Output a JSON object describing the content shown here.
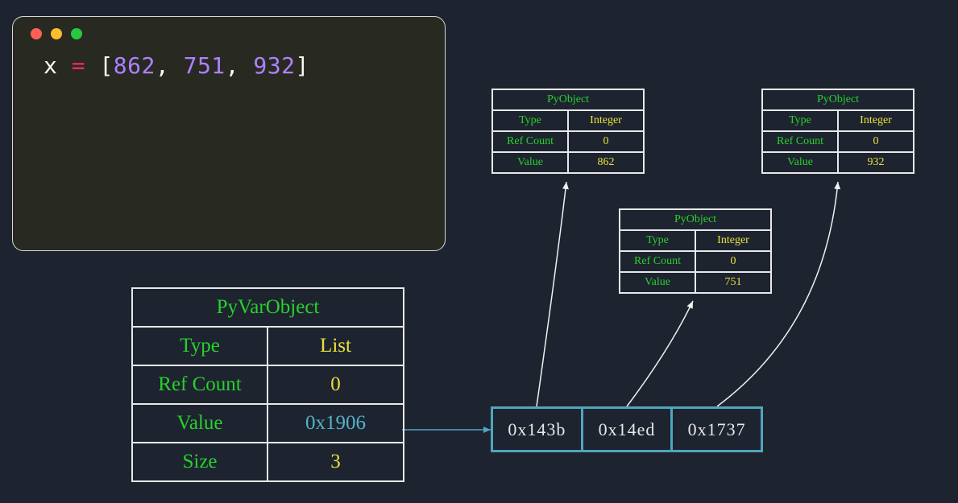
{
  "code": {
    "var": "x",
    "op": "=",
    "open": "[",
    "values": [
      "862",
      "751",
      "932"
    ],
    "sep": ", ",
    "close": "]",
    "colors": {
      "var": "#f8f8f2",
      "op": "#f92672",
      "num": "#ae81ff",
      "bracket": "#f8f8f2"
    }
  },
  "window_dots": [
    "#ff5f57",
    "#febc2e",
    "#28c840"
  ],
  "list_object": {
    "title": "PyVarObject",
    "rows": [
      {
        "label": "Type",
        "value": "List"
      },
      {
        "label": "Ref Count",
        "value": "0"
      },
      {
        "label": "Value",
        "value": "0x1906"
      },
      {
        "label": "Size",
        "value": "3"
      }
    ]
  },
  "pointers": [
    "0x143b",
    "0x14ed",
    "0x1737"
  ],
  "int_objects": [
    {
      "title": "PyObject",
      "rows": [
        {
          "label": "Type",
          "value": "Integer"
        },
        {
          "label": "Ref Count",
          "value": "0"
        },
        {
          "label": "Value",
          "value": "862"
        }
      ]
    },
    {
      "title": "PyObject",
      "rows": [
        {
          "label": "Type",
          "value": "Integer"
        },
        {
          "label": "Ref Count",
          "value": "0"
        },
        {
          "label": "Value",
          "value": "751"
        }
      ]
    },
    {
      "title": "PyObject",
      "rows": [
        {
          "label": "Type",
          "value": "Integer"
        },
        {
          "label": "Ref Count",
          "value": "0"
        },
        {
          "label": "Value",
          "value": "932"
        }
      ]
    }
  ]
}
